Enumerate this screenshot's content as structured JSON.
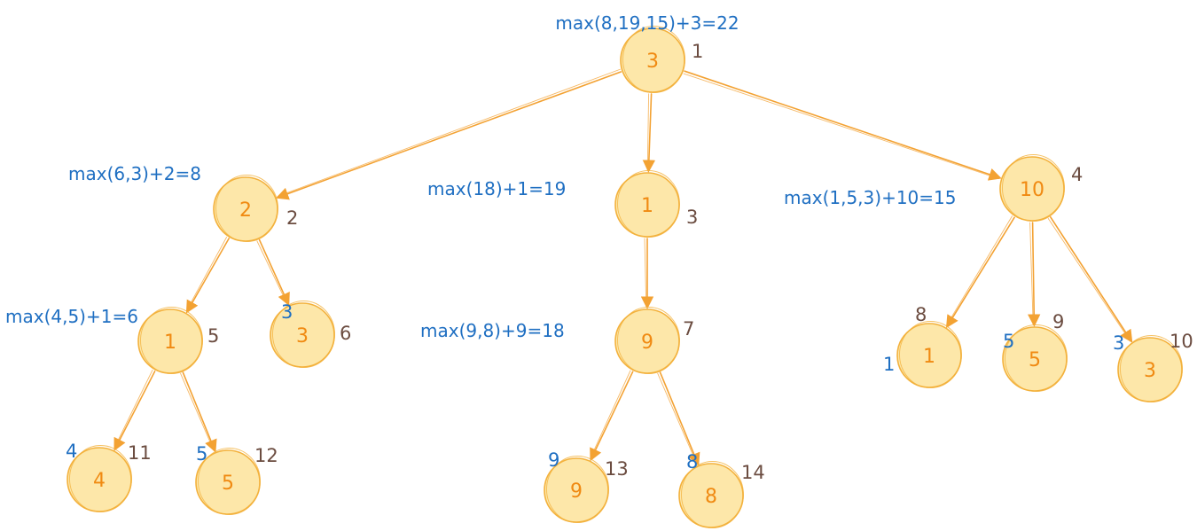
{
  "colors": {
    "node_fill": "#fde7a9",
    "node_stroke": "#f3b13c",
    "edge": "#f3a233",
    "value_text": "#f08a12",
    "index_text": "#6b4c40",
    "formula_text": "#1f6fc2"
  },
  "nodes": [
    {
      "id": 1,
      "value": "3",
      "index": "1",
      "formula": "max(8,19,15)+3=22"
    },
    {
      "id": 2,
      "value": "2",
      "index": "2",
      "formula": "max(6,3)+2=8"
    },
    {
      "id": 3,
      "value": "1",
      "index": "3",
      "formula": "max(18)+1=19"
    },
    {
      "id": 4,
      "value": "10",
      "index": "4",
      "formula": "max(1,5,3)+10=15"
    },
    {
      "id": 5,
      "value": "1",
      "index": "5",
      "formula": "max(4,5)+1=6"
    },
    {
      "id": 6,
      "value": "3",
      "index": "6",
      "dp": "3"
    },
    {
      "id": 7,
      "value": "9",
      "index": "7",
      "formula": "max(9,8)+9=18"
    },
    {
      "id": 8,
      "value": "1",
      "index": "8",
      "dp": "1"
    },
    {
      "id": 9,
      "value": "5",
      "index": "9",
      "dp": "5"
    },
    {
      "id": 10,
      "value": "3",
      "index": "10",
      "dp": "3"
    },
    {
      "id": 11,
      "value": "4",
      "index": "11",
      "dp": "4"
    },
    {
      "id": 12,
      "value": "5",
      "index": "12",
      "dp": "5"
    },
    {
      "id": 13,
      "value": "9",
      "index": "13",
      "dp": "9"
    },
    {
      "id": 14,
      "value": "8",
      "index": "14",
      "dp": "8"
    }
  ],
  "edges": [
    {
      "from": 1,
      "to": 2
    },
    {
      "from": 1,
      "to": 3
    },
    {
      "from": 1,
      "to": 4
    },
    {
      "from": 2,
      "to": 5
    },
    {
      "from": 2,
      "to": 6
    },
    {
      "from": 3,
      "to": 7
    },
    {
      "from": 4,
      "to": 8
    },
    {
      "from": 4,
      "to": 9
    },
    {
      "from": 4,
      "to": 10
    },
    {
      "from": 5,
      "to": 11
    },
    {
      "from": 5,
      "to": 12
    },
    {
      "from": 7,
      "to": 13
    },
    {
      "from": 7,
      "to": 14
    }
  ]
}
